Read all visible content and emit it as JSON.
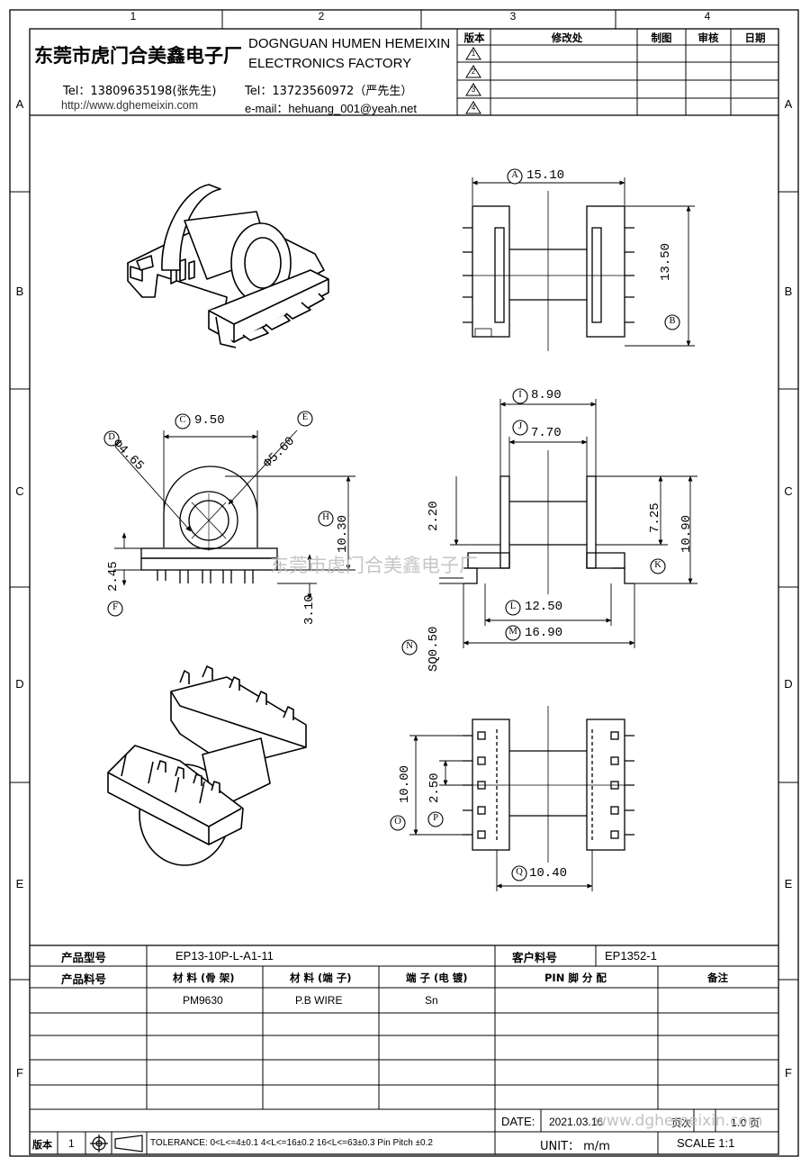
{
  "zones": {
    "columns": [
      "1",
      "2",
      "3",
      "4"
    ],
    "rows": [
      "A",
      "B",
      "C",
      "D",
      "E",
      "F"
    ]
  },
  "header": {
    "company_cn": "东莞市虎门合美鑫电子厂",
    "company_en_line1": "DOGNGUAN HUMEN HEMEIXIN",
    "company_en_line2": "ELECTRONICS FACTORY",
    "tel1": "Tel：13809635198(张先生)",
    "tel2": "Tel：13723560972（严先生）",
    "url": "http://www.dghemeixin.com",
    "email": "e-mail：hehuang_001@yeah.net"
  },
  "revision_table": {
    "headers": {
      "version": "版本",
      "change": "修改处",
      "drawn": "制图",
      "checked": "审核",
      "date": "日期"
    },
    "rows": [
      "1",
      "2",
      "3",
      "4"
    ]
  },
  "dimensions": {
    "A": "15.10",
    "B": "13.50",
    "C": "9.50",
    "D": "Φ4.65",
    "E": "Φ5.60",
    "F": "2.45",
    "G": "3.10",
    "H": "10.30",
    "I": "8.90",
    "J": "7.70",
    "K": "10.90",
    "K_upper": "7.25",
    "K_side": "2.20",
    "L": "12.50",
    "M": "16.90",
    "N": "SQ0.50",
    "O": "10.00",
    "P": "2.50",
    "Q": "10.40"
  },
  "callouts": [
    "A",
    "B",
    "C",
    "D",
    "E",
    "F",
    "H",
    "I",
    "J",
    "K",
    "L",
    "M",
    "N",
    "O",
    "P",
    "Q"
  ],
  "watermark": {
    "center": "东莞市虎门合美鑫电子厂",
    "bottom": "www.dghemeixin.com"
  },
  "info_table": {
    "product_model_label": "产品型号",
    "product_model": "EP13-10P-L-A1-11",
    "customer_part_label": "客户料号",
    "customer_part": "EP1352-1",
    "product_no_label": "产品料号",
    "material_bobbin_label": "材 料 (骨 架)",
    "material_pin_label": "材 料 (端 子)",
    "terminal_plating_label": "端 子 (电 镀)",
    "pin_assign_label": "PIN 脚 分 配",
    "remark_label": "备注",
    "material_bobbin": "PM9630",
    "material_pin": "P.B WIRE",
    "terminal_plating": "Sn"
  },
  "footer": {
    "date_label": "DATE:",
    "date_value": "2021.03.16",
    "page_label": "页次",
    "page_value": "1.0 页",
    "version_label": "版本",
    "version_value": "1",
    "tolerance": "TOLERANCE:  0<L<=4±0.1  4<L<=16±0.2  16<L<=63±0.3  Pin Pitch  ±0.2",
    "unit": "UNIT： m/m",
    "scale": "SCALE   1:1"
  }
}
